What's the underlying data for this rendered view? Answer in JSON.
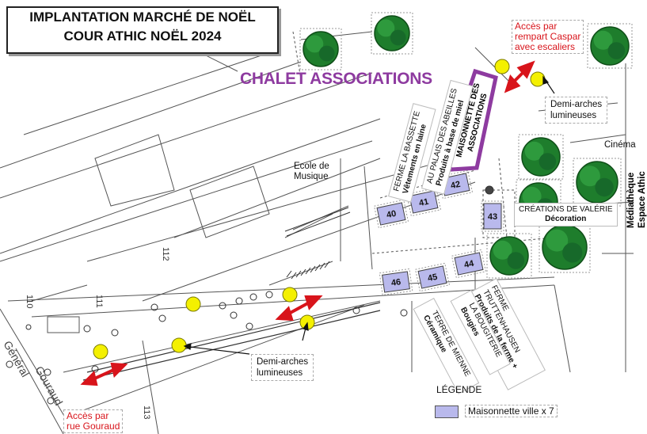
{
  "title": {
    "line1": "IMPLANTATION MARCHÉ DE NOËL",
    "line2": "COUR ATHIC NOËL 2024"
  },
  "access": [
    {
      "lines": [
        "Accès par",
        "rempart Caspar",
        "avec escaliers"
      ]
    },
    {
      "lines": [
        "Accès par",
        "rue Gouraud"
      ]
    }
  ],
  "chalet_associations": "CHALET ASSOCIATIONS",
  "places": {
    "ecole": [
      "Ecole de",
      "Musique"
    ],
    "cinema": "Cinéma",
    "mediatheque": [
      "Médiathèque",
      "Espace Athic"
    ],
    "street": [
      "Général",
      "Gouraud"
    ]
  },
  "parcels": [
    "110",
    "111",
    "112",
    "113"
  ],
  "demi_arches": [
    {
      "lines": [
        "Demi-arches",
        "lumineuses"
      ]
    },
    {
      "lines": [
        "Demi-arches",
        "lumineuses"
      ]
    }
  ],
  "chalets": [
    "40",
    "41",
    "42",
    "43",
    "44",
    "45",
    "46"
  ],
  "vendors": {
    "bassette": {
      "name": "FERME LA BASSETTE",
      "detail": "Vêtements en laine"
    },
    "abeilles": {
      "name": "AU PALAIS DES ABEILLES",
      "detail": "Produits à base de miel"
    },
    "associations": {
      "name": "MAISONNETTE DES ASSOCIATIONS"
    },
    "valerie": {
      "name": "CRÉATIONS DE VALÉRIE",
      "detail": "Décoration"
    },
    "truttenhausen": {
      "name": "FERME TRUTTENHAUSEN",
      "detail": "Produits de la ferme + crêpes + boissons"
    },
    "bougiterie": {
      "name": "LA BOUGITERIE",
      "detail": "Bougies"
    },
    "mienne": {
      "name": "TERRE DE MIENNE",
      "detail": "Céramique"
    }
  },
  "legend": {
    "title": "LÉGENDE",
    "item": "Maisonnette ville x 7",
    "swatch_color": "#b9b9ec"
  },
  "colors": {
    "access": "#d8141b",
    "chalet_outline": "#8e3ba0",
    "lamp": "#f4f000",
    "tree": "#1e7d2c",
    "chalet_fill": "#b9b9ec"
  }
}
